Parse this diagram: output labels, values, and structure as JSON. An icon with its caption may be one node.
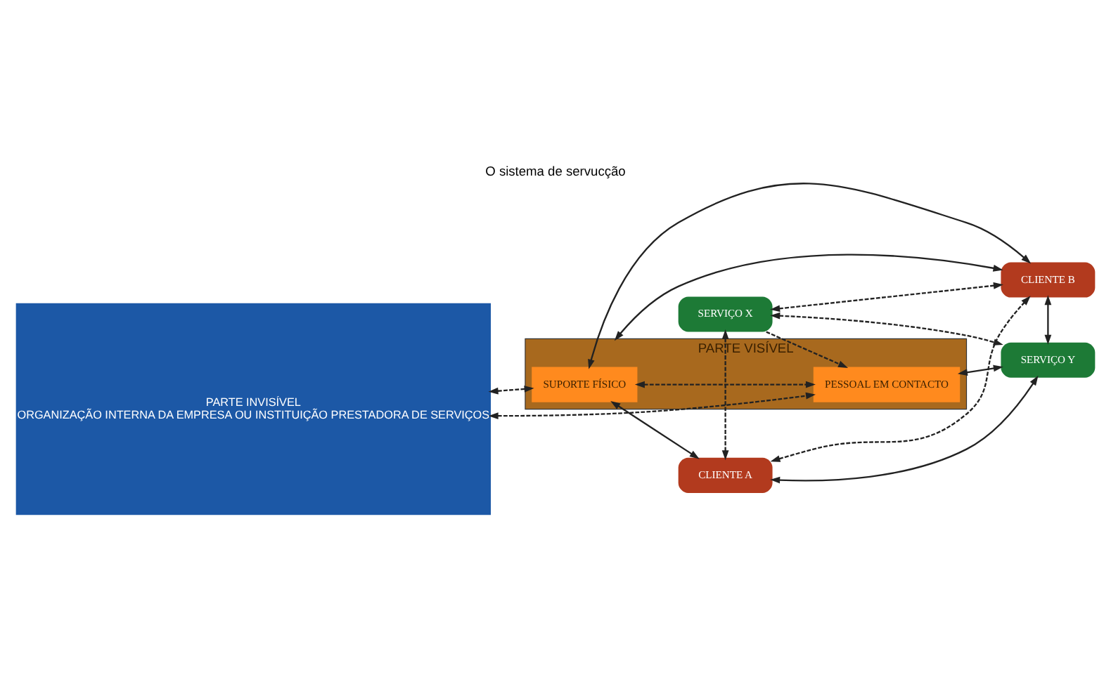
{
  "diagram": {
    "title": "O sistema de servucção",
    "nodes": [
      {
        "text": [
          "PARTE INVISÍVEL",
          "ORGANIZAÇÃO INTERNA DA EMPRESA OU INSTITUIÇÃO PRESTADORA DE SERVIÇOS"
        ]
      },
      {
        "text": [
          "PARTE VISÍVEL"
        ]
      },
      {
        "text": [
          "SUPORTE FÍSICO"
        ],
        "in": 1
      },
      {
        "text": [
          "PESSOAL EM CONTACTO"
        ],
        "in": 1
      },
      {
        "text": [
          "CLIENTE A"
        ]
      },
      {
        "text": [
          "CLIENTE B"
        ]
      },
      {
        "text": [
          "SERVIÇO X"
        ]
      },
      {
        "text": [
          "SERVIÇO Y"
        ]
      }
    ],
    "edges": [
      {
        "from": 0,
        "to": 2,
        "arrow": "both",
        "style": "dashed"
      },
      {
        "from": 0,
        "to": 3,
        "arrow": "both",
        "style": "dashed"
      },
      {
        "from": 2,
        "to": 3,
        "arrow": "both",
        "style": "dashed"
      },
      {
        "from": 2,
        "to": 4,
        "arrow": "both"
      },
      {
        "from": 2,
        "to": 5,
        "arrow": "both"
      },
      {
        "from": 5,
        "to": 1,
        "arrow": "both"
      },
      {
        "from": 6,
        "to": 3,
        "arrow": "to",
        "style": "dashed"
      },
      {
        "from": 3,
        "to": 7,
        "arrow": "both"
      },
      {
        "from": 4,
        "to": 6,
        "arrow": "both",
        "style": "dashed"
      },
      {
        "from": 4,
        "to": 5,
        "arrow": "both",
        "style": "dashed"
      },
      {
        "from": 5,
        "to": 6,
        "arrow": "both",
        "style": "dashed"
      },
      {
        "from": 6,
        "to": 7,
        "arrow": "both",
        "style": "dashed"
      },
      {
        "from": 5,
        "to": 7,
        "arrow": "both"
      },
      {
        "from": 7,
        "to": 4,
        "arrow": "both"
      }
    ]
  }
}
